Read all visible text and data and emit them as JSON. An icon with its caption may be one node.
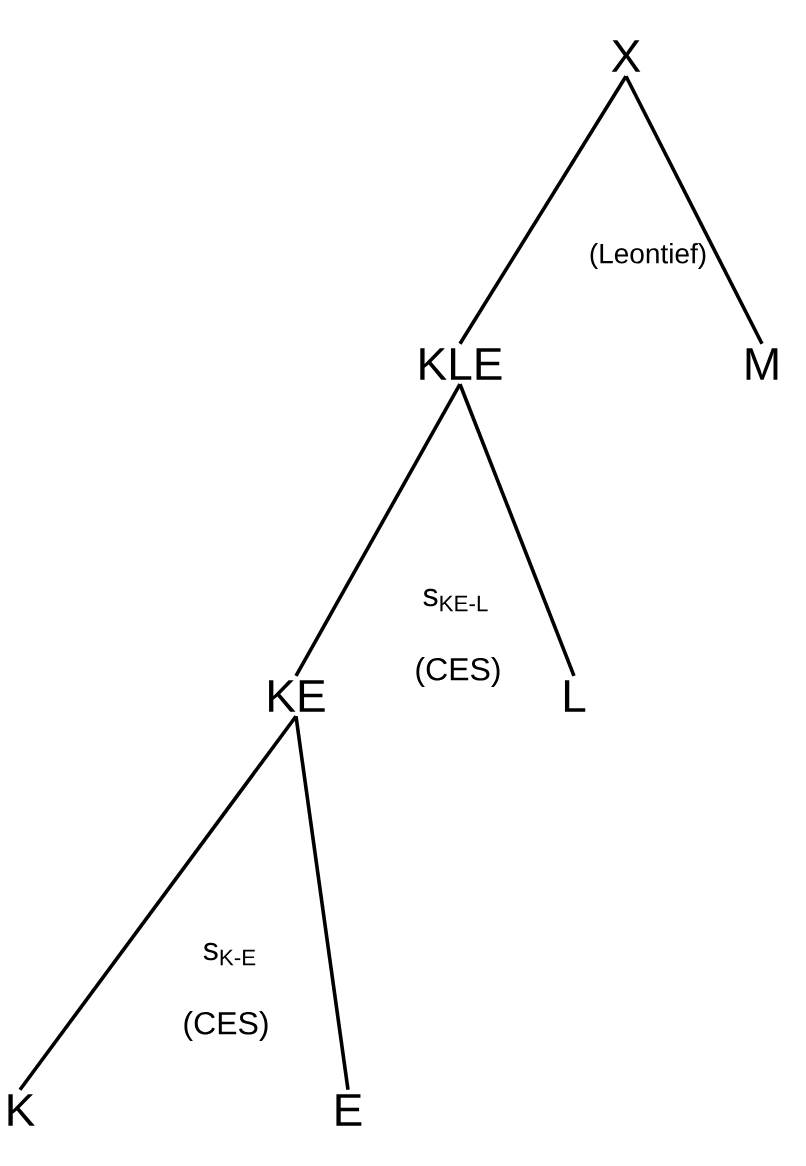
{
  "diagram": {
    "nodes": [
      {
        "text": [
          "X"
        ]
      },
      {
        "text": [
          "KLE"
        ]
      },
      {
        "text": [
          "M"
        ]
      },
      {
        "text": [
          "KE"
        ]
      },
      {
        "text": [
          "L"
        ]
      },
      {
        "text": [
          "K"
        ]
      },
      {
        "text": [
          "E"
        ]
      }
    ],
    "edges": [
      {
        "from": 0,
        "to": 1,
        "arrow": "none"
      },
      {
        "from": 0,
        "to": 2,
        "arrow": "none"
      },
      {
        "from": 1,
        "to": 3,
        "arrow": "none"
      },
      {
        "from": 1,
        "to": 4,
        "arrow": "none"
      },
      {
        "from": 3,
        "to": 5,
        "arrow": "none"
      },
      {
        "from": 3,
        "to": 6,
        "arrow": "none"
      }
    ],
    "labels": [
      "(Leontief)",
      "s$_{KE-L}$",
      "(CES)",
      "s$_{K-E}$",
      "(CES)"
    ]
  }
}
